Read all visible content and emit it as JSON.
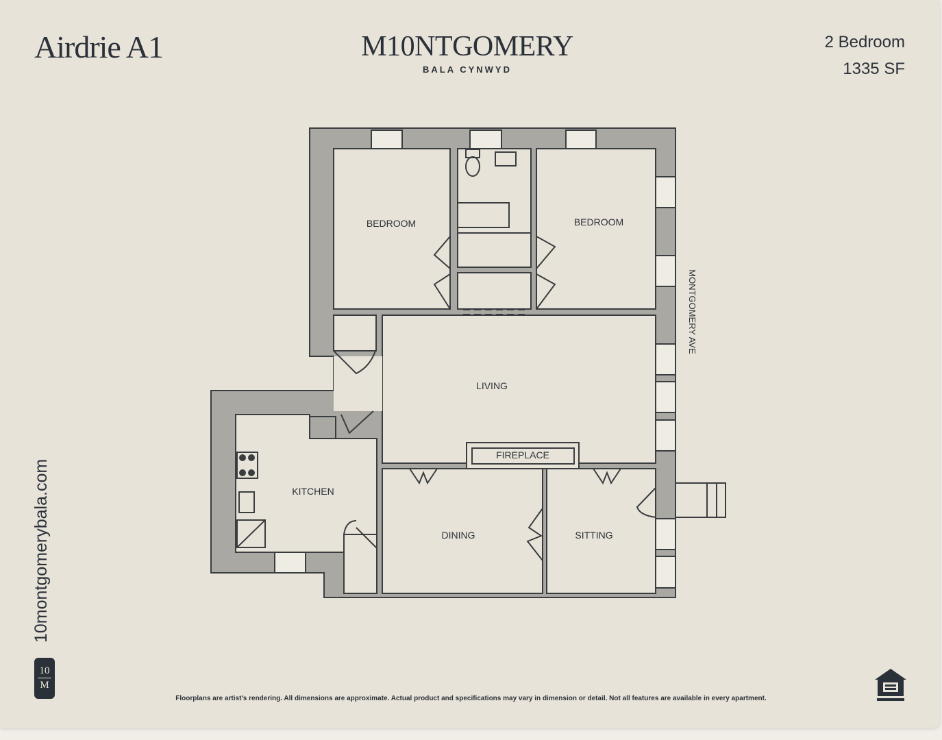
{
  "header": {
    "title": "Airdrie A1",
    "logo_main": "M10NTGOMERY",
    "logo_sub": "BALA CYNWYD",
    "bedrooms": "2 Bedroom",
    "square_feet": "1335 SF"
  },
  "plan": {
    "rooms": {
      "bedroom_left": "BEDROOM",
      "bedroom_right": "BEDROOM",
      "living": "LIVING",
      "fireplace": "FIREPLACE",
      "kitchen": "KITCHEN",
      "dining": "DINING",
      "sitting": "SITTING"
    },
    "street": "MONTGOMERY AVE",
    "colors": {
      "wall": "#a9a8a2",
      "floor": "#e8e3d8",
      "line": "#3a3d40"
    }
  },
  "side": {
    "website": "10montgomerybala.com",
    "badge_top": "10",
    "badge_bottom": "M"
  },
  "footer": {
    "disclaimer": "Floorplans are artist's rendering. All dimensions are approximate. Actual product and specifications may vary in dimension or detail. Not all features are available in every apartment.",
    "eho_icon": "equal-housing-opportunity-icon"
  }
}
